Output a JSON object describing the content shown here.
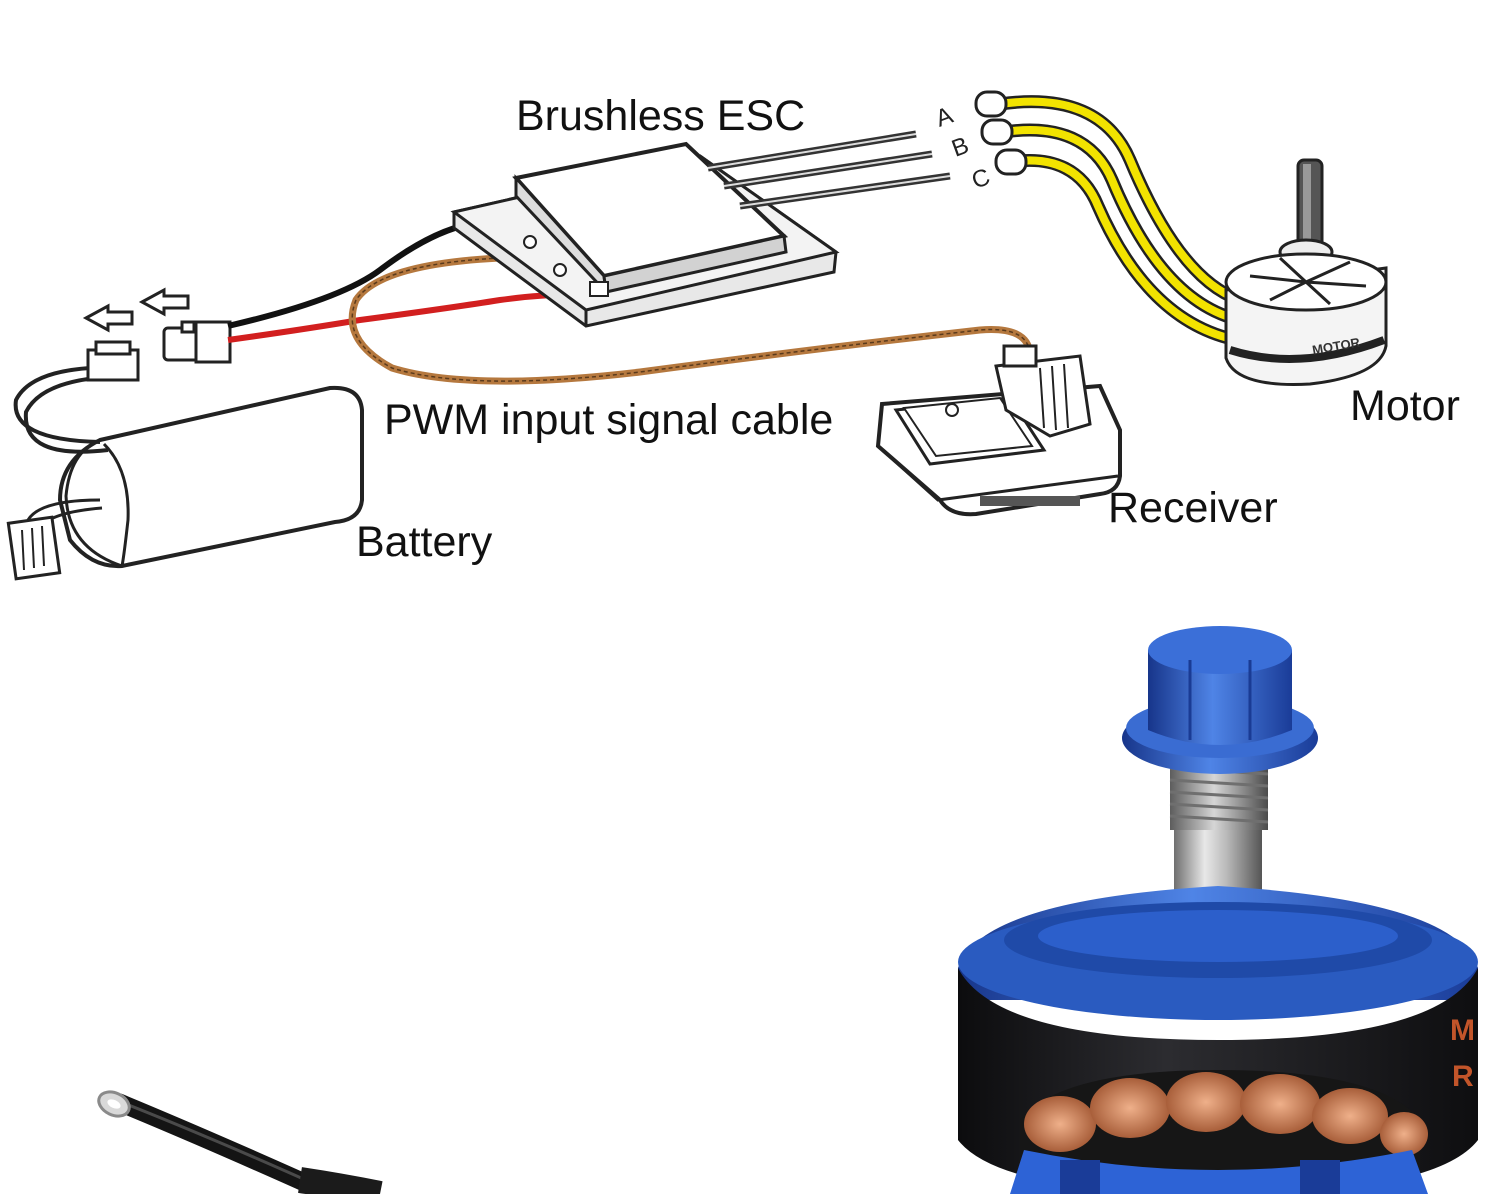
{
  "diagram": {
    "labels": {
      "esc": "Brushless ESC",
      "pwm": "PWM input signal cable",
      "battery": "Battery",
      "receiver": "Receiver",
      "motor": "Motor"
    },
    "phase_wires": [
      "A",
      "B",
      "C"
    ],
    "motor_body_text": "MOTOR"
  },
  "photo": {
    "motor_label_lines": [
      "M",
      "R"
    ]
  },
  "colors": {
    "phase_wire": "#f2e300",
    "positive_wire": "#d21f1f",
    "negative_wire": "#111111",
    "signal_wire": "#b5783e",
    "motor_bell_blue": "#2a5bc0",
    "motor_body_black": "#1d1d1f",
    "copper": "#c4764a"
  }
}
